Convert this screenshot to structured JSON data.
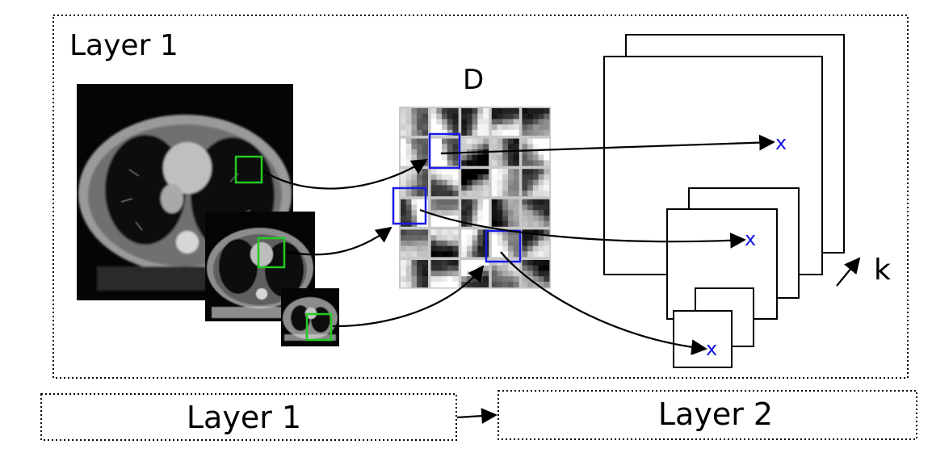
{
  "outer_panel": {
    "title": "Layer 1"
  },
  "dictionary": {
    "label": "D"
  },
  "feature_maps": {
    "depth_label": "k",
    "marker": "x",
    "marker_color": "#1414e6"
  },
  "colors": {
    "patch_box": "#22cc22",
    "atom_box": "#1a1ae6",
    "arrow": "#000000",
    "background": "#ffffff"
  },
  "bottom_flow": {
    "from_label": "Layer 1",
    "to_label": "Layer 2"
  }
}
